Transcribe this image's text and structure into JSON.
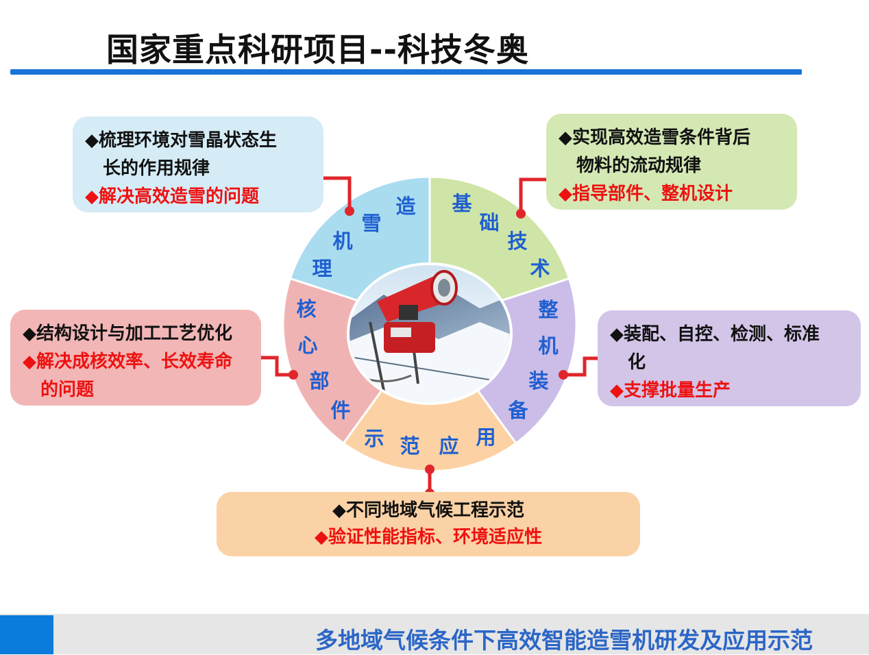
{
  "title": "国家重点科研项目--科技冬奥",
  "center_image": "snow-cannon-photo",
  "segments": [
    {
      "id": "machine-theory",
      "label": "造雪机理",
      "color": "#a9dcef",
      "chars": [
        "造",
        "雪",
        "机",
        "理"
      ]
    },
    {
      "id": "basic-tech",
      "label": "基础技术",
      "color": "#cfe5a7",
      "chars": [
        "基",
        "础",
        "技",
        "术"
      ]
    },
    {
      "id": "whole-machine",
      "label": "整机装备",
      "color": "#cbbde8",
      "chars": [
        "整",
        "机",
        "装",
        "备"
      ]
    },
    {
      "id": "demo-app",
      "label": "示范应用",
      "color": "#fcd2a4",
      "chars": [
        "示",
        "范",
        "应",
        "用"
      ]
    },
    {
      "id": "core-parts",
      "label": "核心部件",
      "color": "#f0b3b3",
      "chars": [
        "核",
        "心",
        "部",
        "件"
      ]
    }
  ],
  "boxes": {
    "top_left": {
      "bullet": "◆",
      "line1": "梳理环境对雪晶状态生",
      "line2": "长的作用规律",
      "red": "解决高效造雪的问题"
    },
    "top_right": {
      "bullet": "◆",
      "line1": "实现高效造雪条件背后",
      "line2": "物料的流动规律",
      "red": "指导部件、整机设计"
    },
    "left": {
      "bullet": "◆",
      "line1": "结构设计与加工工艺优化",
      "red1": "解决成核效率、长效寿命",
      "red2": "的问题"
    },
    "right": {
      "bullet": "◆",
      "line1": "装配、自控、检测、标准",
      "line2": "化",
      "red": "支撑批量生产"
    },
    "bottom": {
      "bullet": "◆",
      "line1": "不同地域气候工程示范",
      "red": "验证性能指标、环境适应性"
    }
  },
  "colors": {
    "accent": "#1a73d9",
    "connector": "#e0262b",
    "red_text": "#ee1111"
  },
  "footer": {
    "text": "多地域气候条件下高效智能造雪机研发及应用示范"
  }
}
